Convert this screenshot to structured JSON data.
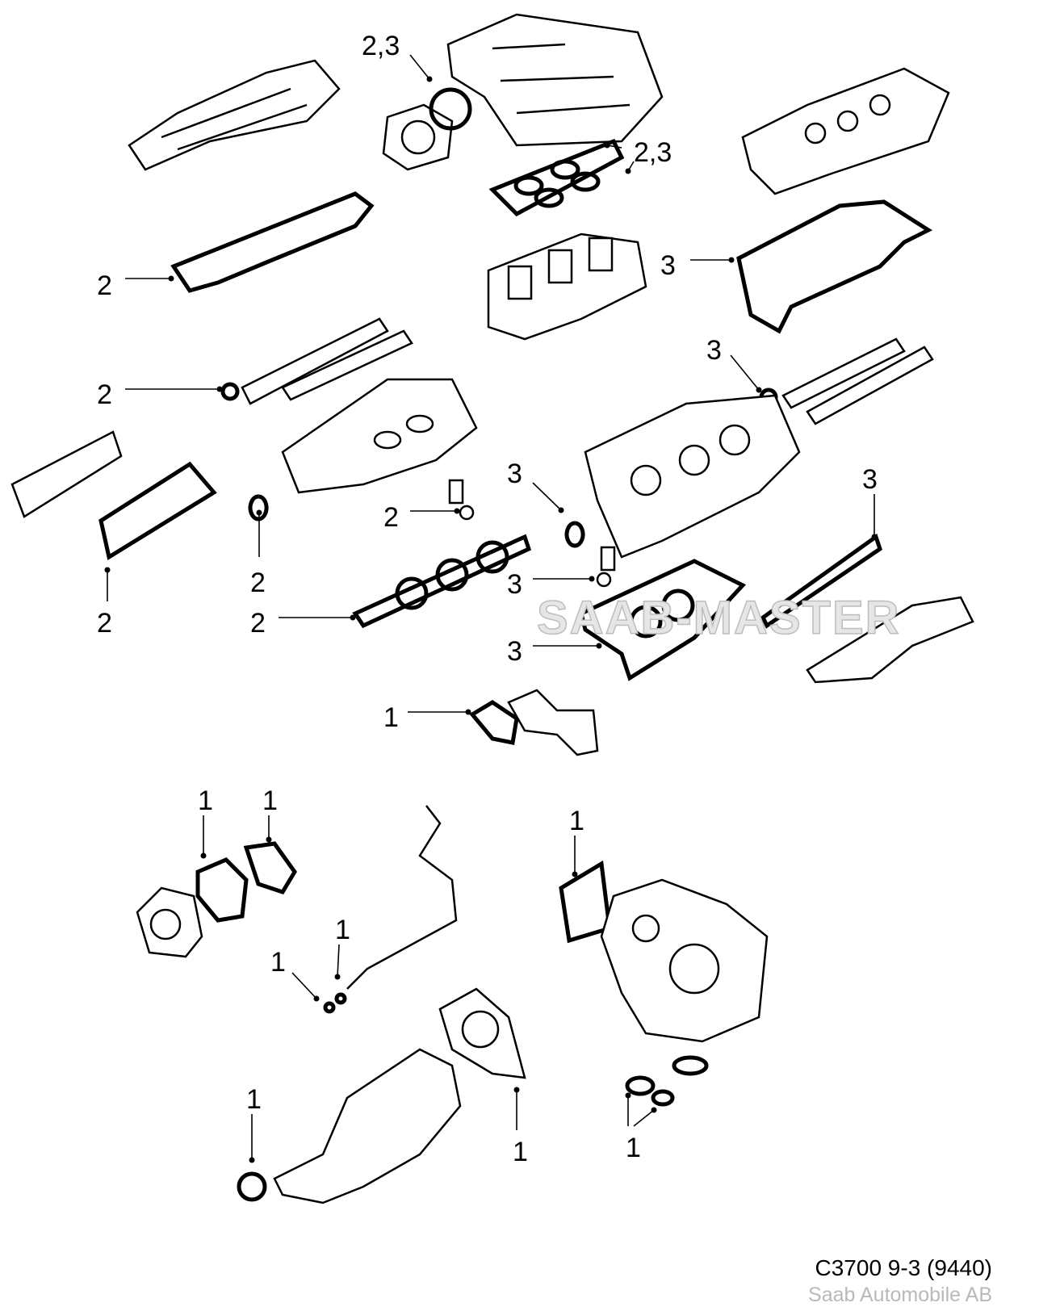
{
  "diagram": {
    "code": "C3700 9-3 (9440)",
    "company": "Saab Automobile AB",
    "watermark": "SAAB-MASTER",
    "callouts": [
      "2,3",
      "2,3",
      "2",
      "3",
      "2",
      "3",
      "3",
      "2",
      "3",
      "2",
      "2",
      "3",
      "2",
      "3",
      "1",
      "1",
      "1",
      "1",
      "1",
      "1",
      "1",
      "1",
      "1"
    ]
  }
}
